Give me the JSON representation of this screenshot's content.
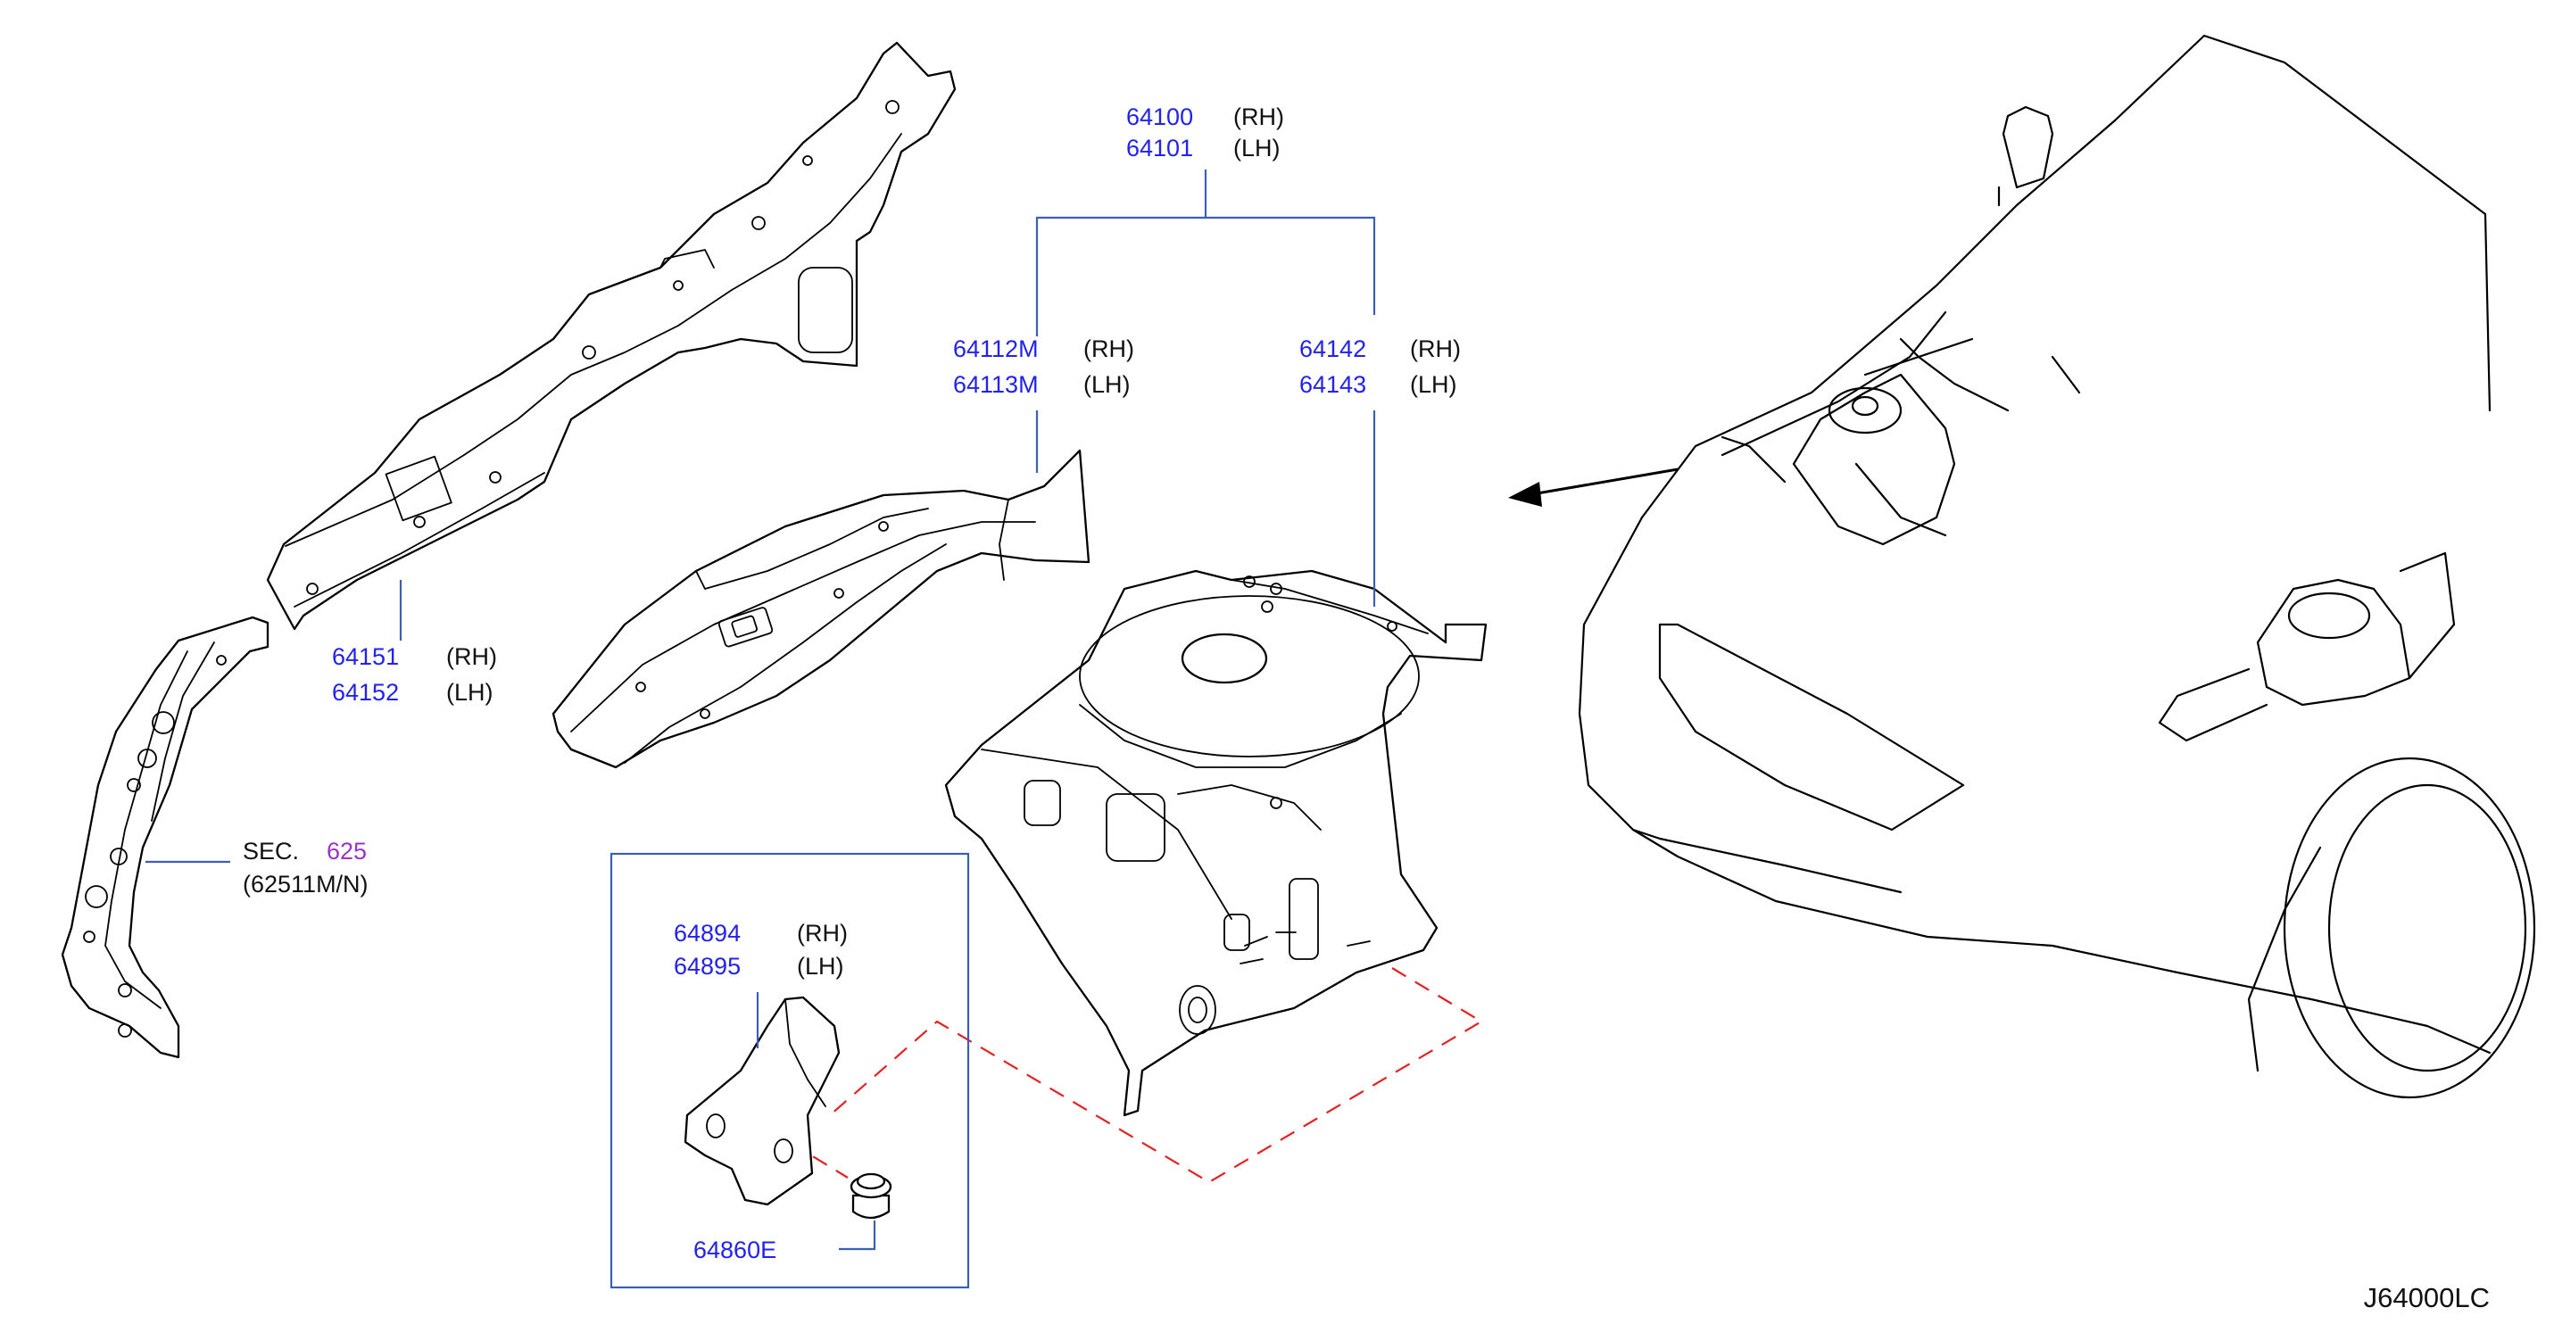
{
  "callouts": {
    "c64100": {
      "part": "64100",
      "side": "(RH)"
    },
    "c64101": {
      "part": "64101",
      "side": "(LH)"
    },
    "c64112m": {
      "part": "64112M",
      "side": "(RH)"
    },
    "c64113m": {
      "part": "64113M",
      "side": "(LH)"
    },
    "c64142": {
      "part": "64142",
      "side": "(RH)"
    },
    "c64143": {
      "part": "64143",
      "side": "(LH)"
    },
    "c64151": {
      "part": "64151",
      "side": "(RH)"
    },
    "c64152": {
      "part": "64152",
      "side": "(LH)"
    },
    "sec": {
      "prefix": "SEC.",
      "number": "625",
      "sub": "(62511M/N)"
    },
    "c64894": {
      "part": "64894",
      "side": "(RH)"
    },
    "c64895": {
      "part": "64895",
      "side": "(LH)"
    },
    "c64860e": {
      "part": "64860E"
    }
  },
  "diagram_code": "J64000LC",
  "colors": {
    "part_number": "#2222ee",
    "section_number": "#9933cc",
    "leader_line": "#3a5fb8",
    "phantom_line": "#e62020"
  }
}
